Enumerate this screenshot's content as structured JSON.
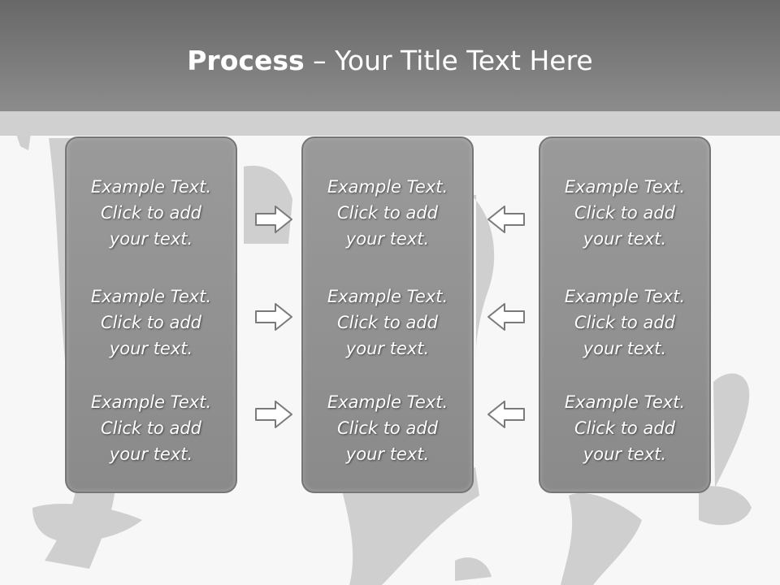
{
  "slide": {
    "title_bold": "Process",
    "title_rest": " – Your Title Text Here"
  },
  "panels": [
    {
      "items": [
        {
          "l1": "Example Text.",
          "l2": "Click  to add",
          "l3": "your text."
        },
        {
          "l1": "Example Text.",
          "l2": "Click  to add",
          "l3": "your text."
        },
        {
          "l1": "Example Text.",
          "l2": "Click  to add",
          "l3": "your text."
        }
      ]
    },
    {
      "items": [
        {
          "l1": "Example Text.",
          "l2": "Click  to add",
          "l3": "your text."
        },
        {
          "l1": "Example Text.",
          "l2": "Click  to add",
          "l3": "your text."
        },
        {
          "l1": "Example Text.",
          "l2": "Click  to add",
          "l3": "your text."
        }
      ]
    },
    {
      "items": [
        {
          "l1": "Example Text.",
          "l2": "Click  to add",
          "l3": "your text."
        },
        {
          "l1": "Example Text.",
          "l2": "Click  to add",
          "l3": "your text."
        },
        {
          "l1": "Example Text.",
          "l2": "Click  to add",
          "l3": "your text."
        }
      ]
    }
  ],
  "arrows": {
    "left_column": "right-arrow-icon",
    "right_column": "left-arrow-icon"
  },
  "colors": {
    "header": "#7a7a7a",
    "panel_fill": "#959595",
    "panel_border": "#767676",
    "background": "#f7f7f7",
    "silhouettes": "#cfcfcf"
  }
}
